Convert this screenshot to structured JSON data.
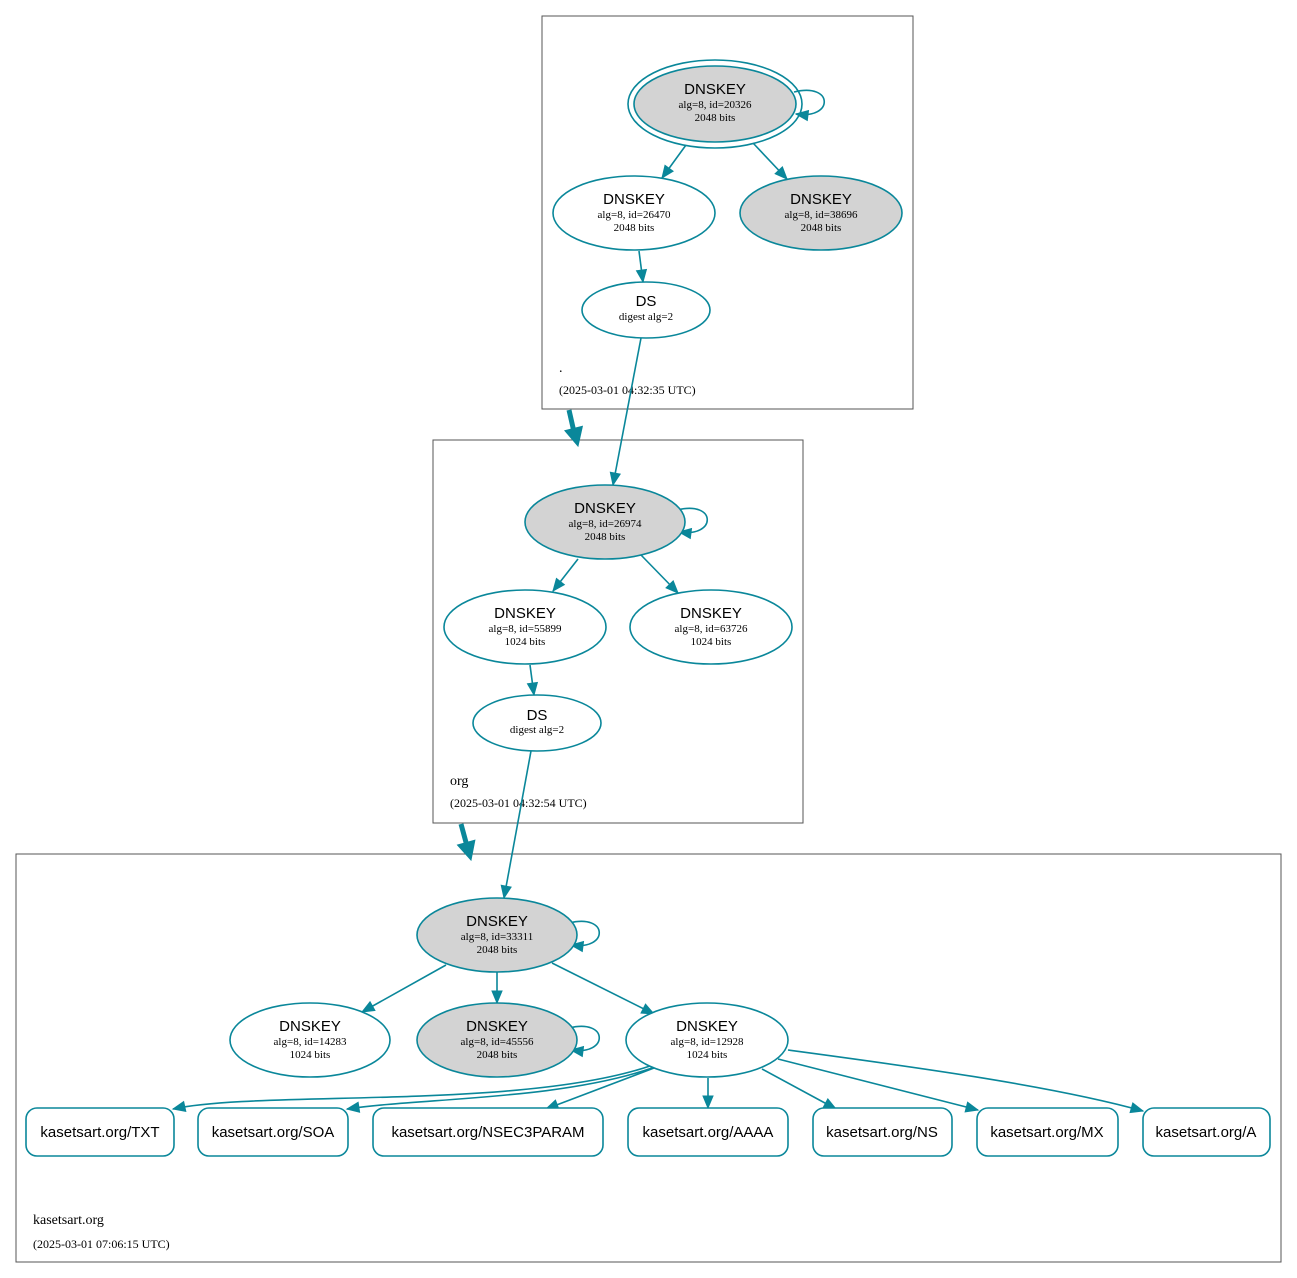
{
  "colors": {
    "edge": "#0a879a",
    "node_stroke": "#0a879a",
    "sep_fill": "#d3d3d3",
    "plain_fill": "#ffffff",
    "zone_border": "#555555"
  },
  "zones": [
    {
      "id": "root",
      "name": ".",
      "timestamp": "(2025-03-01 04:32:35 UTC)"
    },
    {
      "id": "org",
      "name": "org",
      "timestamp": "(2025-03-01 04:32:54 UTC)"
    },
    {
      "id": "kasetsart",
      "name": "kasetsart.org",
      "timestamp": "(2025-03-01 07:06:15 UTC)"
    }
  ],
  "nodes": [
    {
      "id": "root_ksk",
      "title": "DNSKEY",
      "line1": "alg=8, id=20326",
      "line2": "2048 bits",
      "sep": true,
      "trust_anchor": true,
      "self_signed": true
    },
    {
      "id": "root_zsk1",
      "title": "DNSKEY",
      "line1": "alg=8, id=26470",
      "line2": "2048 bits",
      "sep": false
    },
    {
      "id": "root_zsk2",
      "title": "DNSKEY",
      "line1": "alg=8, id=38696",
      "line2": "2048 bits",
      "sep": true
    },
    {
      "id": "root_ds",
      "title": "DS",
      "line1": "digest alg=2",
      "line2": "",
      "sep": false
    },
    {
      "id": "org_ksk",
      "title": "DNSKEY",
      "line1": "alg=8, id=26974",
      "line2": "2048 bits",
      "sep": true,
      "self_signed": true
    },
    {
      "id": "org_zsk1",
      "title": "DNSKEY",
      "line1": "alg=8, id=55899",
      "line2": "1024 bits",
      "sep": false
    },
    {
      "id": "org_zsk2",
      "title": "DNSKEY",
      "line1": "alg=8, id=63726",
      "line2": "1024 bits",
      "sep": false
    },
    {
      "id": "org_ds",
      "title": "DS",
      "line1": "digest alg=2",
      "line2": "",
      "sep": false
    },
    {
      "id": "ks_ksk",
      "title": "DNSKEY",
      "line1": "alg=8, id=33311",
      "line2": "2048 bits",
      "sep": true,
      "self_signed": true
    },
    {
      "id": "ks_k1",
      "title": "DNSKEY",
      "line1": "alg=8, id=14283",
      "line2": "1024 bits",
      "sep": false
    },
    {
      "id": "ks_k2",
      "title": "DNSKEY",
      "line1": "alg=8, id=45556",
      "line2": "2048 bits",
      "sep": true,
      "self_signed": true
    },
    {
      "id": "ks_zsk",
      "title": "DNSKEY",
      "line1": "alg=8, id=12928",
      "line2": "1024 bits",
      "sep": false
    }
  ],
  "rrsets": [
    {
      "id": "rr_txt",
      "label": "kasetsart.org/TXT"
    },
    {
      "id": "rr_soa",
      "label": "kasetsart.org/SOA"
    },
    {
      "id": "rr_nsec3param",
      "label": "kasetsart.org/NSEC3PARAM"
    },
    {
      "id": "rr_aaaa",
      "label": "kasetsart.org/AAAA"
    },
    {
      "id": "rr_ns",
      "label": "kasetsart.org/NS"
    },
    {
      "id": "rr_mx",
      "label": "kasetsart.org/MX"
    },
    {
      "id": "rr_a",
      "label": "kasetsart.org/A"
    }
  ],
  "edges": [
    {
      "from": "root_ksk",
      "to": "root_zsk1"
    },
    {
      "from": "root_ksk",
      "to": "root_zsk2"
    },
    {
      "from": "root_zsk1",
      "to": "root_ds"
    },
    {
      "from": "root_ds",
      "to": "org_ksk"
    },
    {
      "from": "org_ksk",
      "to": "org_zsk1"
    },
    {
      "from": "org_ksk",
      "to": "org_zsk2"
    },
    {
      "from": "org_zsk1",
      "to": "org_ds"
    },
    {
      "from": "org_ds",
      "to": "ks_ksk"
    },
    {
      "from": "ks_ksk",
      "to": "ks_k1"
    },
    {
      "from": "ks_ksk",
      "to": "ks_k2"
    },
    {
      "from": "ks_ksk",
      "to": "ks_zsk"
    },
    {
      "from": "ks_zsk",
      "to": "rr_txt"
    },
    {
      "from": "ks_zsk",
      "to": "rr_soa"
    },
    {
      "from": "ks_zsk",
      "to": "rr_nsec3param"
    },
    {
      "from": "ks_zsk",
      "to": "rr_aaaa"
    },
    {
      "from": "ks_zsk",
      "to": "rr_ns"
    },
    {
      "from": "ks_zsk",
      "to": "rr_mx"
    },
    {
      "from": "ks_zsk",
      "to": "rr_a"
    }
  ],
  "delegations": [
    {
      "from": "root",
      "to": "org"
    },
    {
      "from": "org",
      "to": "kasetsart"
    }
  ]
}
